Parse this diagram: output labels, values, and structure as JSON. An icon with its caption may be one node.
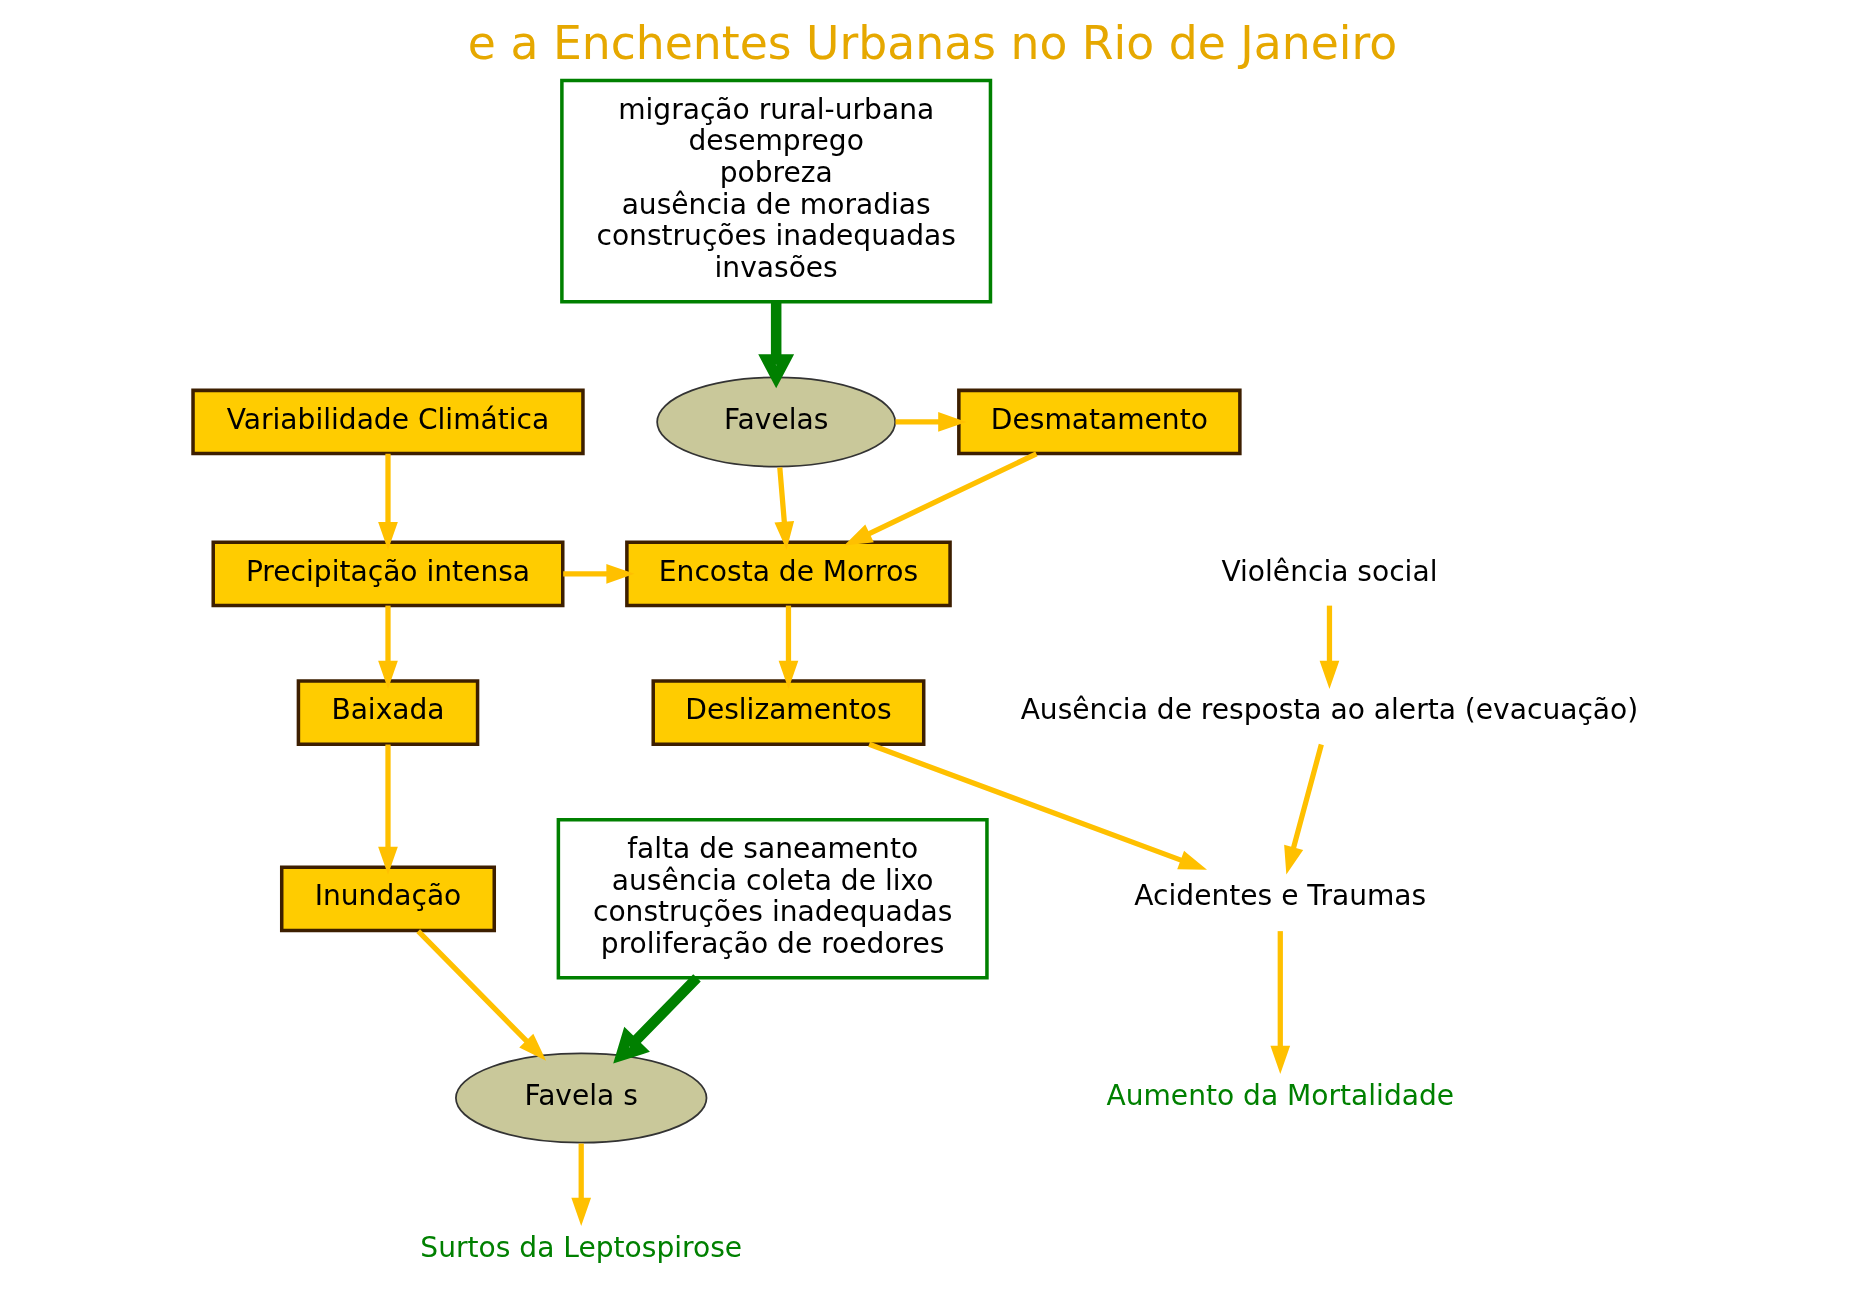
{
  "diagram": {
    "title": "e a Enchentes Urbanas no Rio de Janeiro",
    "nodes": [
      {
        "text": [
          "Variabilidade Climática"
        ]
      },
      {
        "text": [
          "Desmatamento"
        ]
      },
      {
        "text": [
          "Precipitação intensa"
        ]
      },
      {
        "text": [
          "Encosta de Morros"
        ]
      },
      {
        "text": [
          "Favelas"
        ]
      },
      {
        "text": [
          "migração rural-urbana",
          "desemprego",
          "pobreza",
          "ausência de moradias",
          "construções inadequadas",
          "invasões"
        ]
      },
      {
        "text": [
          "Deslizamentos"
        ]
      },
      {
        "text": [
          "Baixada"
        ]
      },
      {
        "text": [
          "Acidentes e Traumas"
        ]
      },
      {
        "text": [
          "Aumento da Mortalidade"
        ]
      },
      {
        "text": [
          "Inundação"
        ]
      },
      {
        "text": [
          "falta de saneamento",
          "ausência coleta de lixo",
          "construções inadequadas",
          "proliferação de roedores"
        ]
      },
      {
        "text": [
          "Favela s"
        ]
      },
      {
        "text": [
          "Surtos da Leptospirose"
        ]
      },
      {
        "text": [
          "Ausência de resposta ao alerta (evacuação)"
        ]
      },
      {
        "text": [
          "Violência social"
        ]
      }
    ],
    "edges": [
      {
        "from": 0,
        "to": 2,
        "arrow": "to"
      },
      {
        "from": 1,
        "to": 3,
        "arrow": "to"
      },
      {
        "from": 4,
        "to": 1,
        "arrow": "to"
      },
      {
        "from": 2,
        "to": 3,
        "arrow": "to"
      },
      {
        "from": 4,
        "to": 3,
        "arrow": "to"
      },
      {
        "from": 5,
        "to": 4,
        "arrow": "to",
        "style": "thick",
        "color": "#008000"
      },
      {
        "from": 2,
        "to": 7,
        "arrow": "to"
      },
      {
        "from": 3,
        "to": 6,
        "arrow": "to"
      },
      {
        "from": 6,
        "to": 8,
        "arrow": "to"
      },
      {
        "from": 8,
        "to": 9,
        "arrow": "to"
      },
      {
        "from": 7,
        "to": 10,
        "arrow": "to"
      },
      {
        "from": 10,
        "to": 12,
        "arrow": "to"
      },
      {
        "from": 11,
        "to": 12,
        "arrow": "to",
        "style": "thick",
        "color": "#008000"
      },
      {
        "from": 12,
        "to": 13,
        "arrow": "to"
      },
      {
        "from": 14,
        "to": 8,
        "arrow": "to"
      },
      {
        "from": 15,
        "to": 14,
        "arrow": "to"
      }
    ]
  }
}
